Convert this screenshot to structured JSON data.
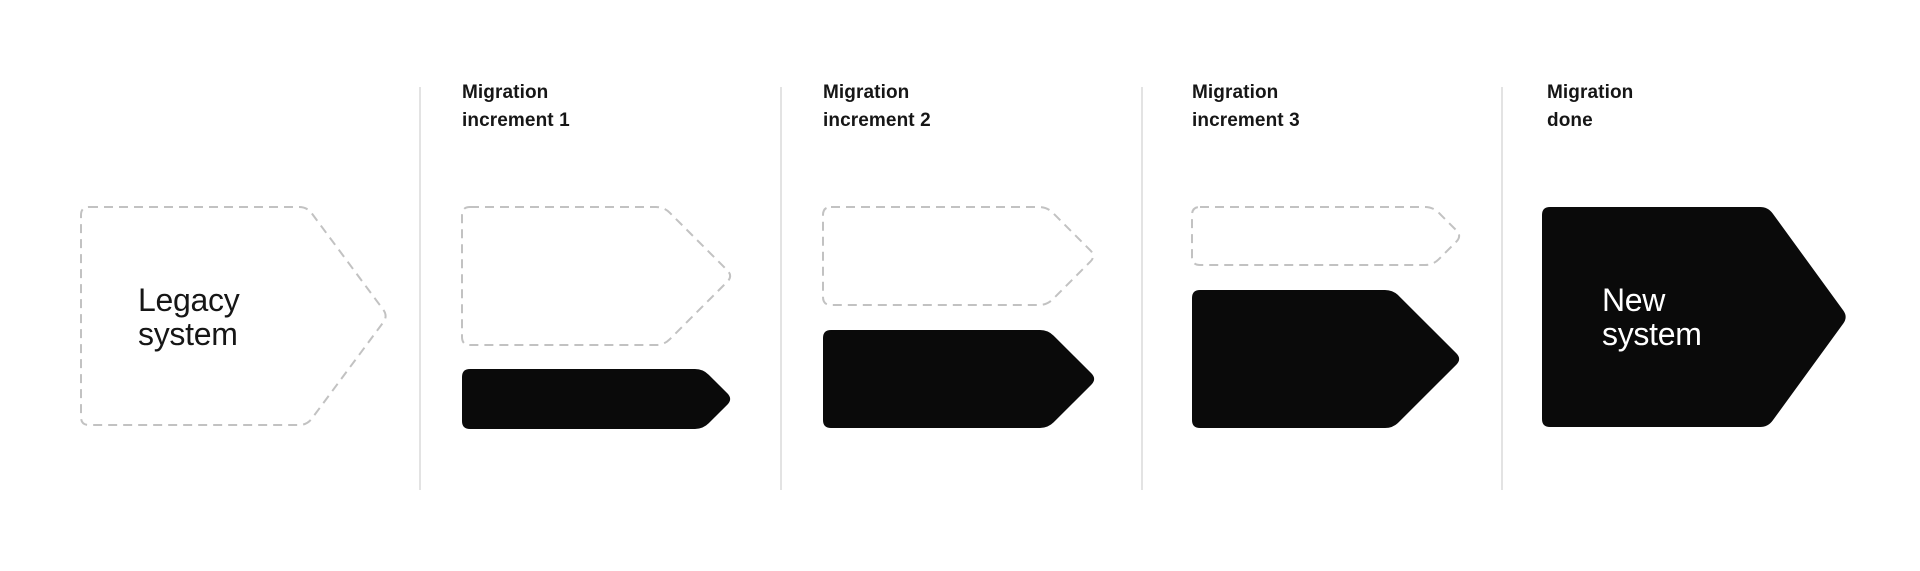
{
  "colors": {
    "background": "#ffffff",
    "arrow-black": "#0a0a0a",
    "arrow-dashed-stroke": "#c2c2c2",
    "divider": "#e3e3e3",
    "text-dark": "#161616",
    "text-light": "#ffffff"
  },
  "stages": {
    "legacy": {
      "shape_label": "Legacy\nsystem"
    },
    "increment1": {
      "header": "Migration\nincrement 1"
    },
    "increment2": {
      "header": "Migration\nincrement 2"
    },
    "increment3": {
      "header": "Migration\nincrement 3"
    },
    "done": {
      "header": "Migration\ndone",
      "shape_label": "New\nsystem"
    }
  }
}
